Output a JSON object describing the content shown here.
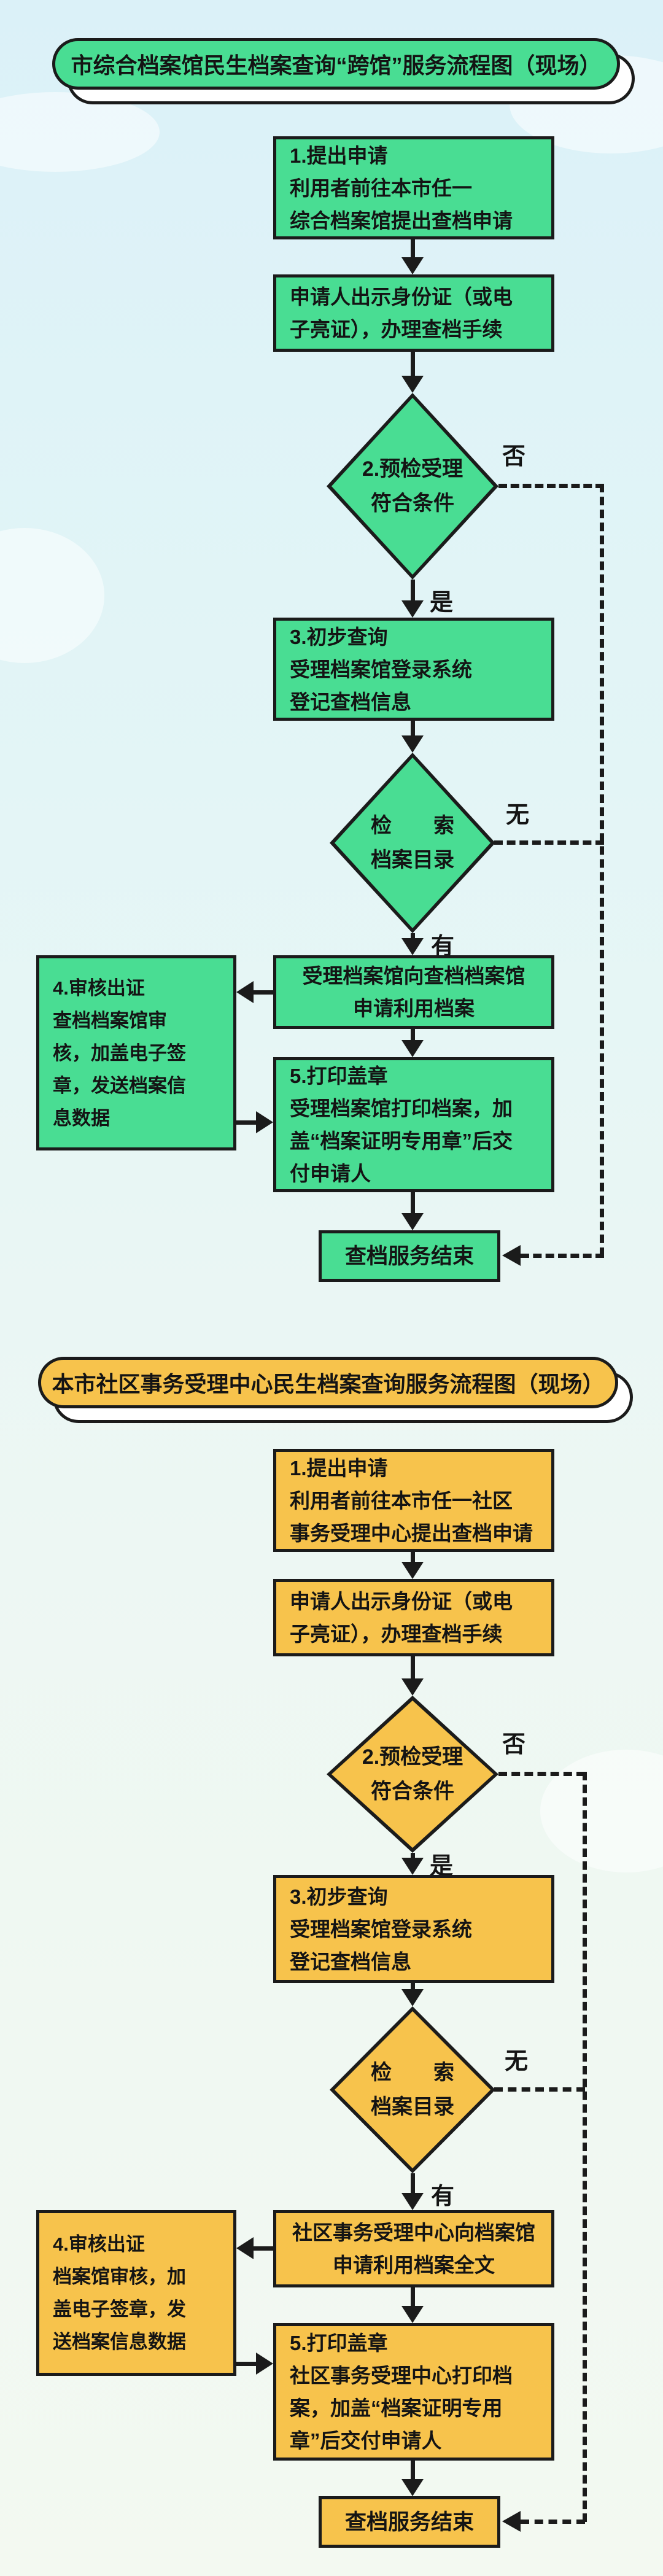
{
  "colors": {
    "background_top": "#dbf1f8",
    "background_bottom": "#f3f9f1",
    "outline": "#1b1b1b",
    "text": "#141414",
    "shadow_pill": "#ffffff",
    "flow1_accent": "#49dd93",
    "flow2_accent": "#f7c34c"
  },
  "labels": {
    "yes": "是",
    "no": "否",
    "none": "无",
    "found": "有"
  },
  "flows": [
    {
      "title": "市综合档案馆民生档案查询“跨馆”服务流程图（现场）",
      "accent": "#49dd93",
      "steps": {
        "apply": "1.提出申请\n利用者前往本市任一\n综合档案馆提出查档申请",
        "show_id": "申请人出示身份证（或电\n子亮证），办理查档手续",
        "precheck": "2.预检受理\n符合条件",
        "initial_query": "3.初步查询\n受理档案馆登录系统\n登记查档信息",
        "search": "检　　索\n档案目录",
        "request": "受理档案馆向查档档案馆\n申请利用档案",
        "review": "4.审核出证\n查档档案馆审\n核，加盖电子签\n章，发送档案信\n息数据",
        "print": "5.打印盖章\n受理档案馆打印档案，加\n盖“档案证明专用章”后交\n付申请人",
        "end": "查档服务结束"
      }
    },
    {
      "title": "本市社区事务受理中心民生档案查询服务流程图（现场）",
      "accent": "#f7c34c",
      "steps": {
        "apply": "1.提出申请\n利用者前往本市任一社区\n事务受理中心提出查档申请",
        "show_id": "申请人出示身份证（或电\n子亮证），办理查档手续",
        "precheck": "2.预检受理\n符合条件",
        "initial_query": "3.初步查询\n受理档案馆登录系统\n登记查档信息",
        "search": "检　　索\n档案目录",
        "request": "社区事务受理中心向档案馆\n申请利用档案全文",
        "review": "4.审核出证\n档案馆审核，加\n盖电子签章，发\n送档案信息数据",
        "print": "5.打印盖章\n社区事务受理中心打印档\n案，加盖“档案证明专用\n章”后交付申请人",
        "end": "查档服务结束"
      }
    }
  ]
}
